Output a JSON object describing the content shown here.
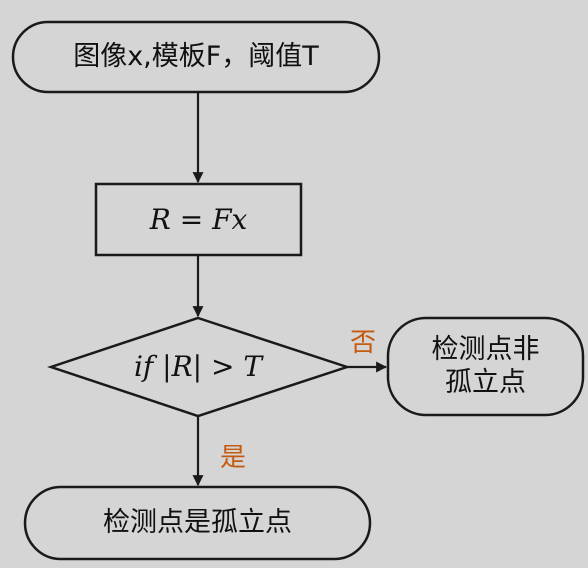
{
  "nodes": {
    "start": "图像x,模板F，阈值T",
    "compute": "R = Fx",
    "decision": "if |R| > T",
    "not_isolated": "检测点非\n孤立点",
    "isolated": "检测点是孤立点"
  },
  "edges": {
    "no_label": "否",
    "yes_label": "是"
  },
  "colors": {
    "background": "#d6d5d5",
    "stroke": "#1a1a1a",
    "branch_label": "#c55a11"
  }
}
